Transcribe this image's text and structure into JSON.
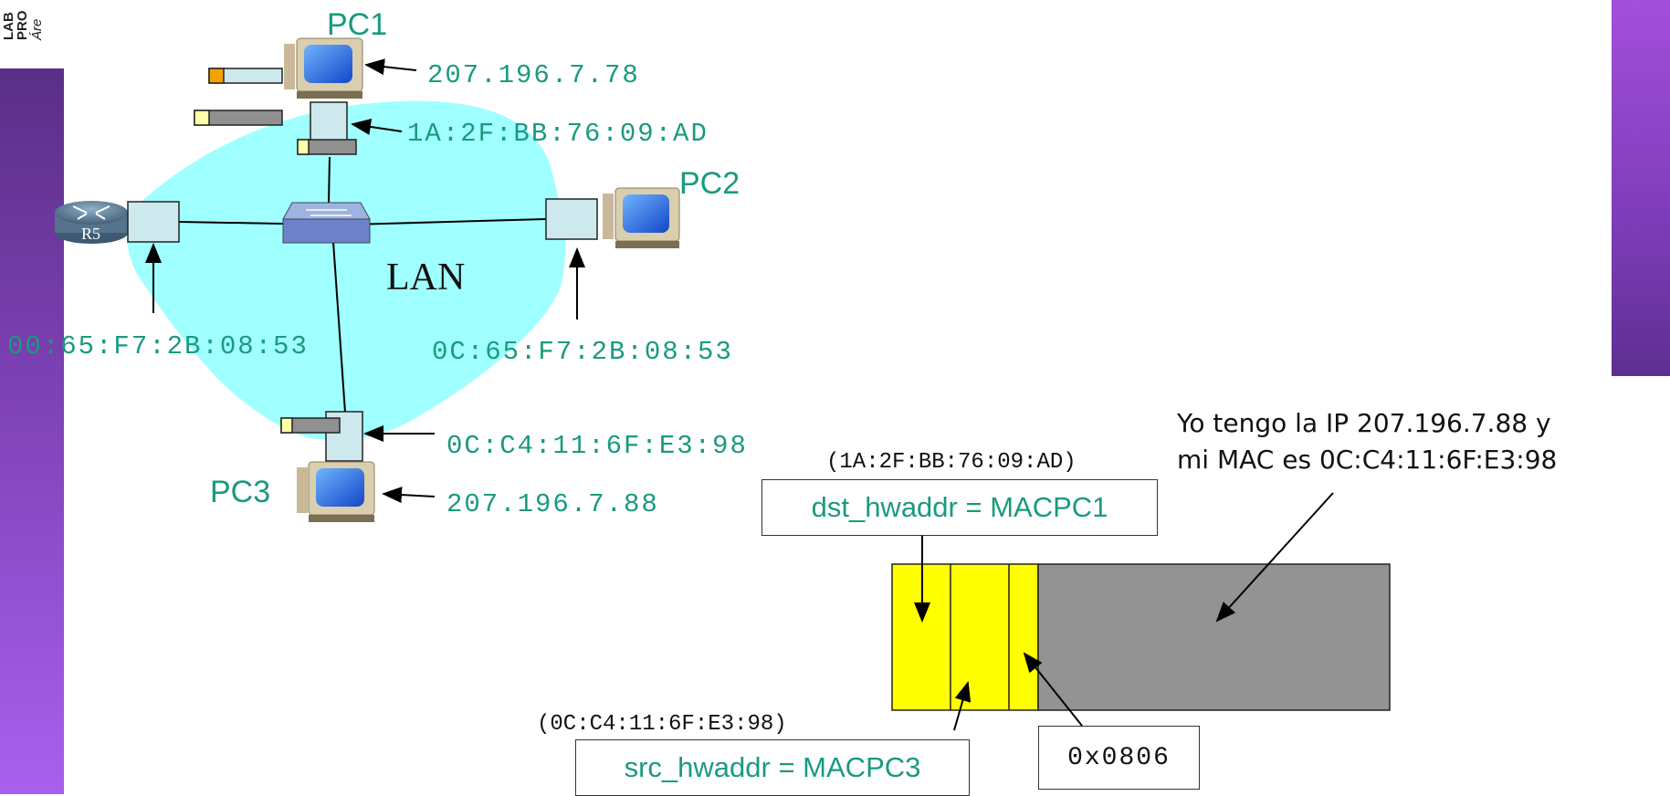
{
  "header": {
    "line1": "LAB",
    "line2": "PRO",
    "line3": "Áre"
  },
  "network": {
    "lan_label": "LAN",
    "router_label": "R5",
    "pc1": {
      "name": "PC1",
      "ip": "207.196.7.78",
      "mac": "1A:2F:BB:76:09:AD"
    },
    "pc2": {
      "name": "PC2",
      "mac": "0C:65:F7:2B:08:53"
    },
    "pc3": {
      "name": "PC3",
      "ip": "207.196.7.88",
      "mac": "0C:C4:11:6F:E3:98"
    },
    "router_mac": "00:65:F7:2B:08:53"
  },
  "frame": {
    "dst_hint": "(1A:2F:BB:76:09:AD)",
    "dst_field": "dst_hwaddr = MACPC1",
    "src_hint": "(0C:C4:11:6F:E3:98)",
    "src_field": "src_hwaddr = MACPC3",
    "type_field": "0x0806"
  },
  "note": {
    "line1": "Yo tengo la IP 207.196.7.88 y",
    "line2": "mi MAC es 0C:C4:11:6F:E3:98"
  },
  "colors": {
    "lan_cloud": "#a0ffff",
    "field_yellow": "#ffff00",
    "payload_gray": "#939393",
    "label_teal": "#1a9a80"
  }
}
